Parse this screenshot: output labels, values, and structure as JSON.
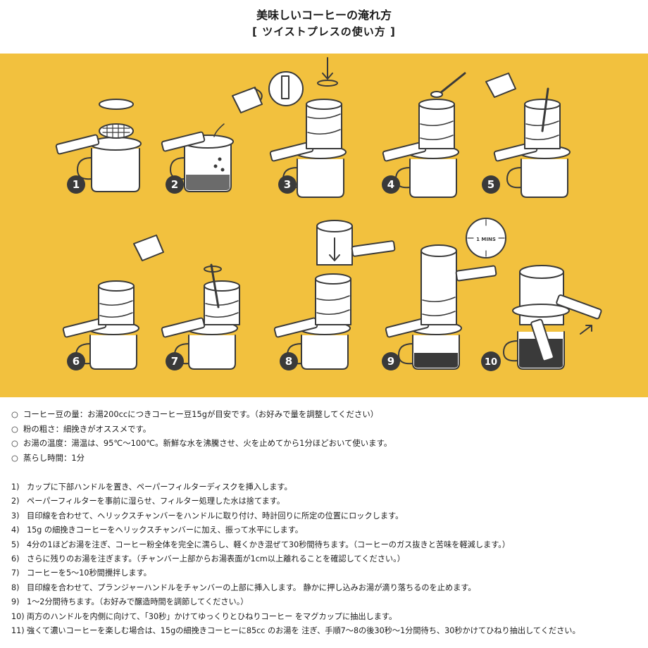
{
  "header": {
    "title": "美味しいコーヒーの淹れ方",
    "subtitle": "[ ツイストプレスの使い方 ]"
  },
  "illustration": {
    "timer_label": "1 MINS",
    "step_numbers": [
      "1",
      "2",
      "3",
      "4",
      "5",
      "6",
      "7",
      "8",
      "9",
      "10"
    ],
    "colors": {
      "panel": "#f2c13e",
      "badge": "#3a3a3a",
      "line": "#3a3a3a",
      "coffee": "#6b6b6b"
    }
  },
  "specs": [
    {
      "bullet": "○",
      "text": "コーヒー豆の量：お湯200ccにつきコーヒー豆15gが目安です。（お好みで量を調整してください）"
    },
    {
      "bullet": "○",
      "text": "粉の粗さ：細挽きがオススメです。"
    },
    {
      "bullet": "○",
      "text": "お湯の温度：湯温は、95℃〜100℃。新鮮な水を沸騰させ、火を止めてから1分ほどおいて使います。"
    },
    {
      "bullet": "○",
      "text": "蒸らし時間：1分"
    }
  ],
  "steps": [
    {
      "num": "1)",
      "text": "カップに下部ハンドルを置き、ペーパーフィルターディスクを挿入します。"
    },
    {
      "num": "2)",
      "text": "ペーパーフィルターを事前に湿らせ、フィルター処理した水は捨てます。"
    },
    {
      "num": "3)",
      "text": "目印線を合わせて、ヘリックスチャンバーをハンドルに取り付け、時計回りに所定の位置にロックします。"
    },
    {
      "num": "4)",
      "text": "15g の細挽きコーヒーをヘリックスチャンバーに加え、振って水平にします。"
    },
    {
      "num": "5)",
      "text": "4分の1ほどお湯を注ぎ、コーヒー粉全体を完全に濡らし、軽くかき混ぜて30秒間待ちます。（コーヒーのガス抜きと苦味を軽減します。）"
    },
    {
      "num": "6)",
      "text": "さらに残りのお湯を注ぎます。（チャンバー上部からお湯表面が1cm以上離れることを確認してください。）"
    },
    {
      "num": "7)",
      "text": "コーヒーを5〜10秒間攪拌します。"
    },
    {
      "num": "8)",
      "text": "目印線を合わせて、プランジャーハンドルをチャンバーの上部に挿入します。 静かに押し込みお湯が滴り落ちるのを止めます。"
    },
    {
      "num": "9)",
      "text": "1〜2分間待ちます。（お好みで醸造時間を調節してください。）"
    },
    {
      "num": "10)",
      "text": "両方のハンドルを内側に向けて、「30秒」かけてゆっくりとひねりコーヒー をマグカップに抽出します。"
    },
    {
      "num": "11)",
      "text": "強くて濃いコーヒーを楽しむ場合は、15gの細挽きコーヒーに85cc のお湯を 注ぎ、手順7〜8の後30秒〜1分間待ち、30秒かけてひねり抽出してください。"
    }
  ]
}
